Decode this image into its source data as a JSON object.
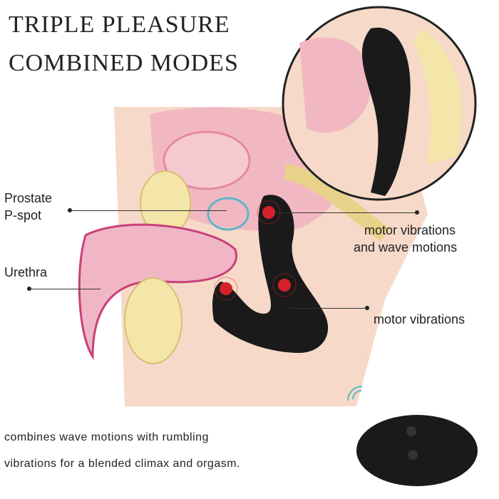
{
  "title": {
    "line1": "TRIPLE PLEASURE",
    "line2": "COMBINED MODES"
  },
  "labels": {
    "prostate": "Prostate",
    "p_spot": "P-spot",
    "urethra": "Urethra",
    "motor_wave_1": "motor vibrations",
    "motor_wave_2": "and wave motions",
    "motor_only": "motor vibrations"
  },
  "caption": {
    "line1": "combines wave motions with rumbling",
    "line2": "vibrations for a blended climax and orgasm."
  },
  "colors": {
    "device": "#1a1a1a",
    "skin": "#f6d9c8",
    "tissue": "#eaa6b4",
    "accent": "#d8202a",
    "bone": "#f3e6a8"
  }
}
